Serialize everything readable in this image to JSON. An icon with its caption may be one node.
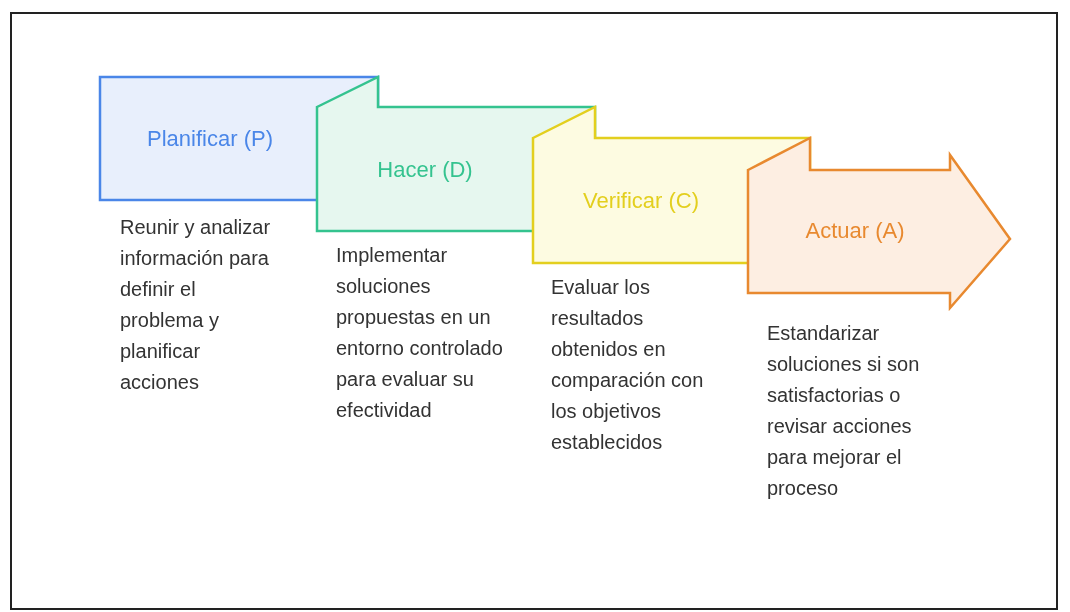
{
  "diagram": {
    "nodes": [
      {
        "text": [
          "Planificar (P)"
        ],
        "beside": [
          "Reunir y analizar información para definir el problema y planificar acciones"
        ]
      },
      {
        "text": [
          "Hacer (D)"
        ],
        "beside": [
          "Implementar soluciones propuestas en un entorno controlado para evaluar su efectividad"
        ]
      },
      {
        "text": [
          "Verificar (C)"
        ],
        "beside": [
          "Evaluar los resultados obtenidos en comparación con los objetivos establecidos"
        ]
      },
      {
        "text": [
          "Actuar (A)"
        ],
        "beside": [
          "Estandarizar soluciones si son satisfactorias o revisar acciones para mejorar el proceso"
        ]
      }
    ],
    "edges": []
  }
}
